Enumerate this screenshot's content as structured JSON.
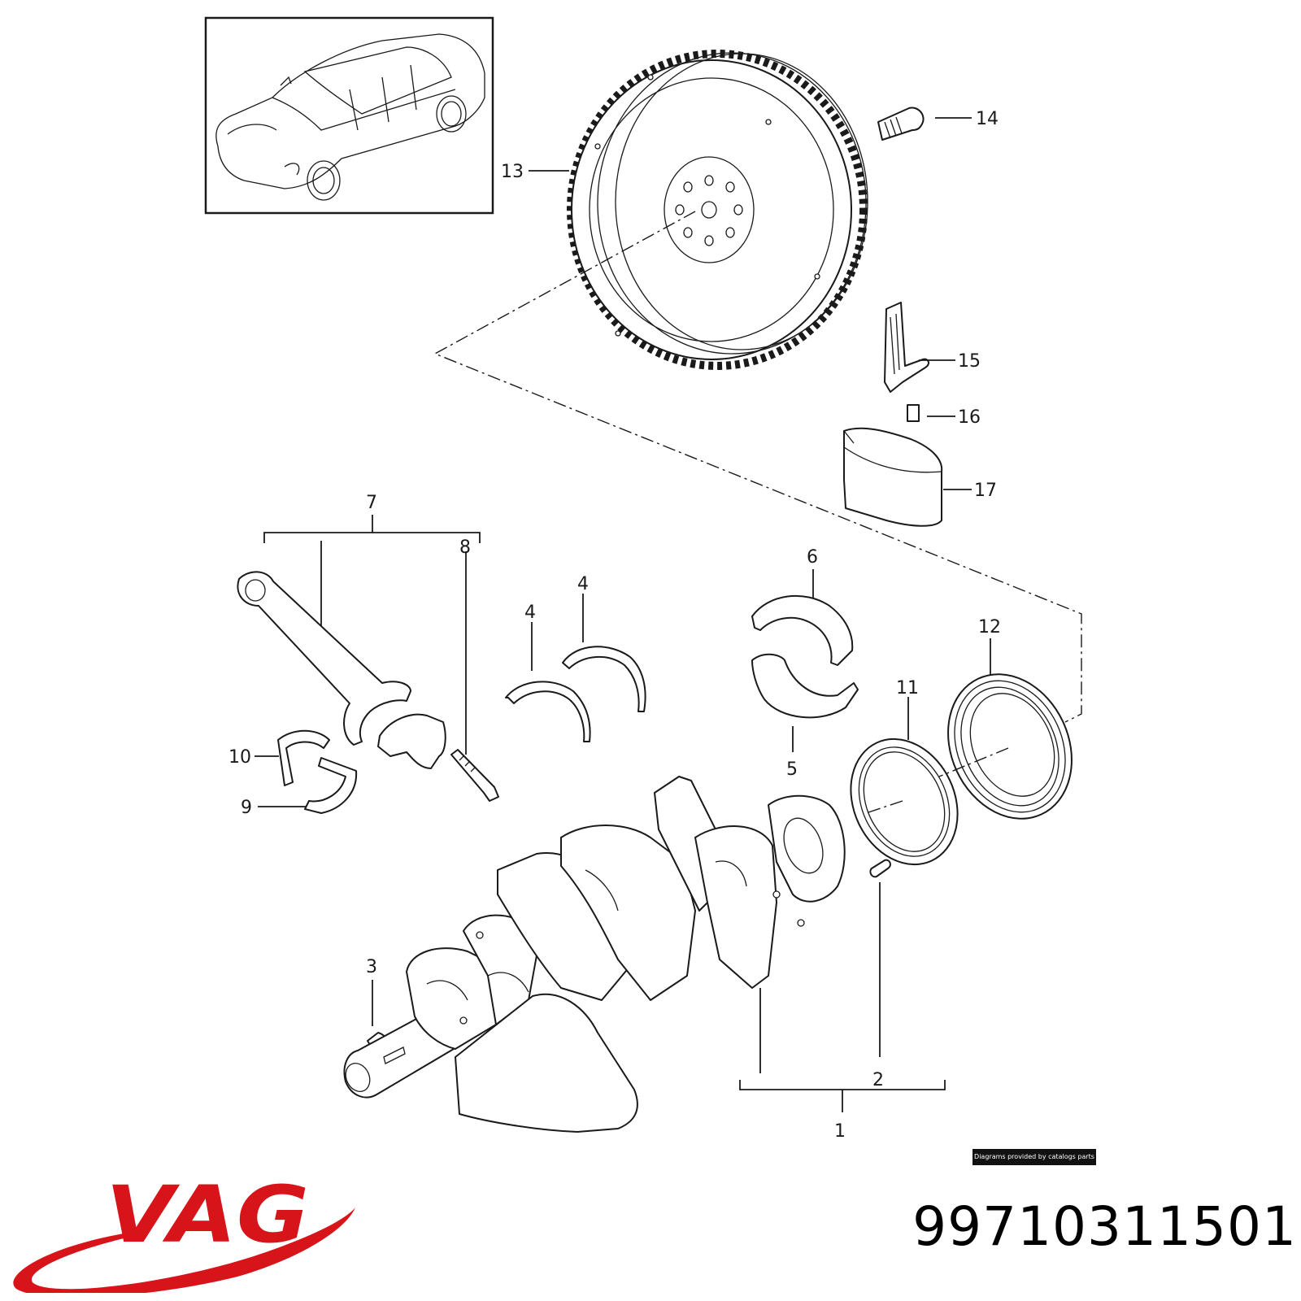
{
  "diagram": {
    "callouts": [
      {
        "id": "1",
        "label": "1"
      },
      {
        "id": "2",
        "label": "2"
      },
      {
        "id": "3",
        "label": "3"
      },
      {
        "id": "4a",
        "label": "4"
      },
      {
        "id": "4b",
        "label": "4"
      },
      {
        "id": "5",
        "label": "5"
      },
      {
        "id": "6",
        "label": "6"
      },
      {
        "id": "7",
        "label": "7"
      },
      {
        "id": "8",
        "label": "8"
      },
      {
        "id": "9",
        "label": "9"
      },
      {
        "id": "10",
        "label": "10"
      },
      {
        "id": "11",
        "label": "11"
      },
      {
        "id": "12",
        "label": "12"
      },
      {
        "id": "13",
        "label": "13"
      },
      {
        "id": "14",
        "label": "14"
      },
      {
        "id": "15",
        "label": "15"
      },
      {
        "id": "16",
        "label": "16"
      },
      {
        "id": "17",
        "label": "17"
      }
    ]
  },
  "credit": "Diagrams provided by catalogs parts",
  "brand": {
    "name": "VAG",
    "color": "#d7141a"
  },
  "part_number": "99710311501"
}
